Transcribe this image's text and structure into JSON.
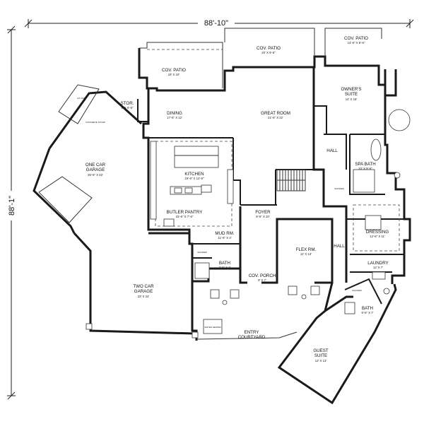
{
  "dimensions": {
    "overall_width": "88'-10\"",
    "overall_depth": "88'-1\""
  },
  "rooms": {
    "cov_patio_top": {
      "name": "COV. PATIO",
      "size": "20' X 9'-6\""
    },
    "cov_patio_right": {
      "name": "COV. PATIO",
      "size": "14'-6\" X 6'-6\""
    },
    "cov_patio_left": {
      "name": "COV. PATIO",
      "size": "19' X 10'"
    },
    "owners_suite": {
      "name": "OWNER'S SUITE",
      "size": "14' X 18'"
    },
    "stor": {
      "name": "STOR.",
      "size": "9' X 6'-6\""
    },
    "dining": {
      "name": "DINING",
      "size": "17'-6\" X 12'"
    },
    "great_room": {
      "name": "GREAT ROOM",
      "size": "21'-6\" X 22'"
    },
    "one_car_garage": {
      "name": "ONE CAR GARAGE",
      "size": "25'-6\" X 22'"
    },
    "kitchen": {
      "name": "KITCHEN",
      "size": "19'-6\" X 12'-6\""
    },
    "hall_owner": {
      "name": "HALL"
    },
    "spa_bath": {
      "name": "SPA BATH",
      "size": "10' X 9'-6\""
    },
    "butler_pantry": {
      "name": "BUTLER PANTRY",
      "size": "15'-6\" X 7'-6\""
    },
    "foyer": {
      "name": "FOYER",
      "size": "8'-6\" X 20'"
    },
    "mud_rm": {
      "name": "MUD RM.",
      "size": "11'-6\" X 4'"
    },
    "dressing": {
      "name": "DRESSING",
      "size": "12'-6\" X 11'"
    },
    "flex_rm": {
      "name": "FLEX RM.",
      "size": "11' X 13'"
    },
    "hall_center": {
      "name": "HALL"
    },
    "bath_left": {
      "name": "BATH",
      "size": "7'-6\" X 7'"
    },
    "laundry": {
      "name": "LAUNDRY",
      "size": "12' X 7'"
    },
    "cov_porch": {
      "name": "COV. PORCH",
      "size": "9' X 7'"
    },
    "two_car_garage": {
      "name": "TWO CAR GARAGE",
      "size": "23' X 24'"
    },
    "bath_right": {
      "name": "BATH",
      "size": "9'-6\" X 7'"
    },
    "entry_courtyard": {
      "name": "ENTRY COURTYARD"
    },
    "guest_suite": {
      "name": "GUEST SUITE",
      "size": "13' X 13'"
    }
  },
  "fixture_labels": {
    "shower_spa": "SHOWER",
    "shower_guest": "SHOWER",
    "shower_small": "SHOWER",
    "water_heater": "WATER HEATER",
    "concrete_stoop": "CONCRETE STOOP",
    "a_c_pad": "A/C PAD"
  }
}
